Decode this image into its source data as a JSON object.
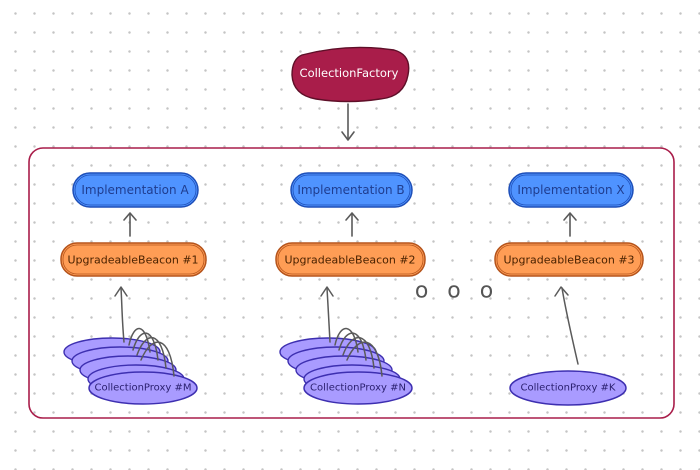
{
  "factory": {
    "label": "CollectionFactory",
    "fill": "#a91d4a",
    "stroke": "#5e0f28"
  },
  "implementations": [
    {
      "label": "Implementation A"
    },
    {
      "label": "Implementation B"
    },
    {
      "label": "Implementation X"
    }
  ],
  "beacons": [
    {
      "label": "UpgradeableBeacon #1"
    },
    {
      "label": "UpgradeableBeacon #2"
    },
    {
      "label": "UpgradeableBeacon #3"
    }
  ],
  "proxies": [
    {
      "label": "CollectionProxy #M",
      "stacked": true
    },
    {
      "label": "CollectionProxy #N",
      "stacked": true
    },
    {
      "label": "CollectionProxy #K",
      "stacked": false
    }
  ],
  "ellipsis": "o o o",
  "colors": {
    "implementation_fill": "#4f93ff",
    "implementation_stroke": "#1e4fb8",
    "beacon_fill": "#ff9d55",
    "beacon_stroke": "#b5541c",
    "proxy_fill": "#a99bff",
    "proxy_stroke": "#3d2fb0",
    "group_border": "#a91d4a",
    "arrow": "#5a5a5a"
  }
}
